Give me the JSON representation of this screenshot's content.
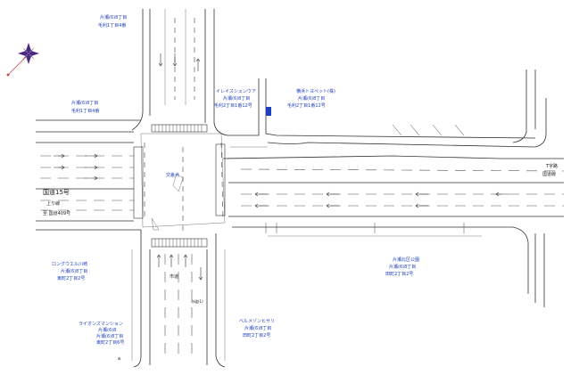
{
  "labels": {
    "building_top_1": [
      "片瀬(6)8丁目",
      "毛利1丁目4番"
    ],
    "building_left_1": [
      "片瀬(6)8丁目",
      "毛利1丁目4番"
    ],
    "building_mid": [
      "イレイスシェンウア",
      "片瀬(6)8丁目",
      "毛利2丁目1番12号"
    ],
    "building_right_top": [
      "横浜トヨペット(株)",
      "片瀬(6)8丁目",
      "毛利2丁目1番12号"
    ],
    "route_road": [
      "国道15号",
      "上り線",
      "至  国道409号"
    ],
    "building_lower_left": [
      "ロングウエル川崎",
      "片瀬(6)8丁目",
      "東町2丁目2号"
    ],
    "building_bottom_left": [
      "ライオンズマンション",
      "片瀬(6)8",
      "片瀬(6)8丁目",
      "東町2丁目6号"
    ],
    "building_bottom_mid": [
      "ベルメゾンヒサリ",
      "片瀬(6)8丁目",
      "田町2丁目2号"
    ],
    "park": [
      "片瀬(6)8丁目",
      "田町2丁目2号"
    ],
    "park_name": "片瀬北区公園",
    "right_road": [
      "T字路",
      "国道線"
    ],
    "center_mark": "交差点",
    "side_street": "市道",
    "left_street": "市道(1)",
    "page_mark": "a"
  },
  "icons": {
    "compass": "north-arrow-icon"
  },
  "colors": {
    "label_text": "#1f3fbf",
    "linework": "#333333",
    "compass": "#4a2a7a"
  }
}
